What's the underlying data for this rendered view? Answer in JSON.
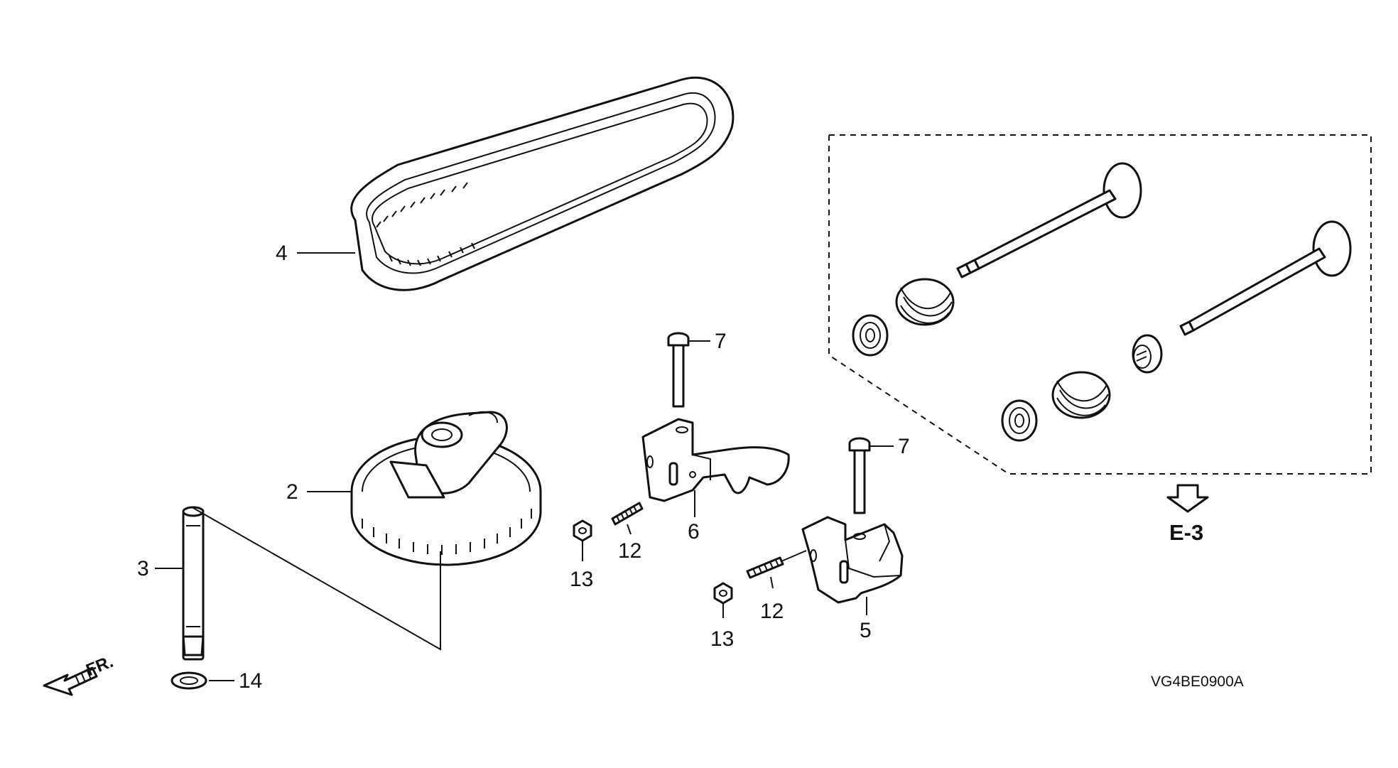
{
  "diagram": {
    "callouts": [
      {
        "id": "4",
        "label": "4"
      },
      {
        "id": "2",
        "label": "2"
      },
      {
        "id": "3",
        "label": "3"
      },
      {
        "id": "14",
        "label": "14"
      },
      {
        "id": "7a",
        "label": "7"
      },
      {
        "id": "7b",
        "label": "7"
      },
      {
        "id": "6",
        "label": "6"
      },
      {
        "id": "12a",
        "label": "12"
      },
      {
        "id": "13a",
        "label": "13"
      },
      {
        "id": "12b",
        "label": "12"
      },
      {
        "id": "13b",
        "label": "13"
      },
      {
        "id": "5",
        "label": "5"
      }
    ],
    "reference": {
      "label": "E-3"
    },
    "front_indicator": {
      "label": "FR."
    },
    "diagram_code": "VG4BE0900A"
  }
}
